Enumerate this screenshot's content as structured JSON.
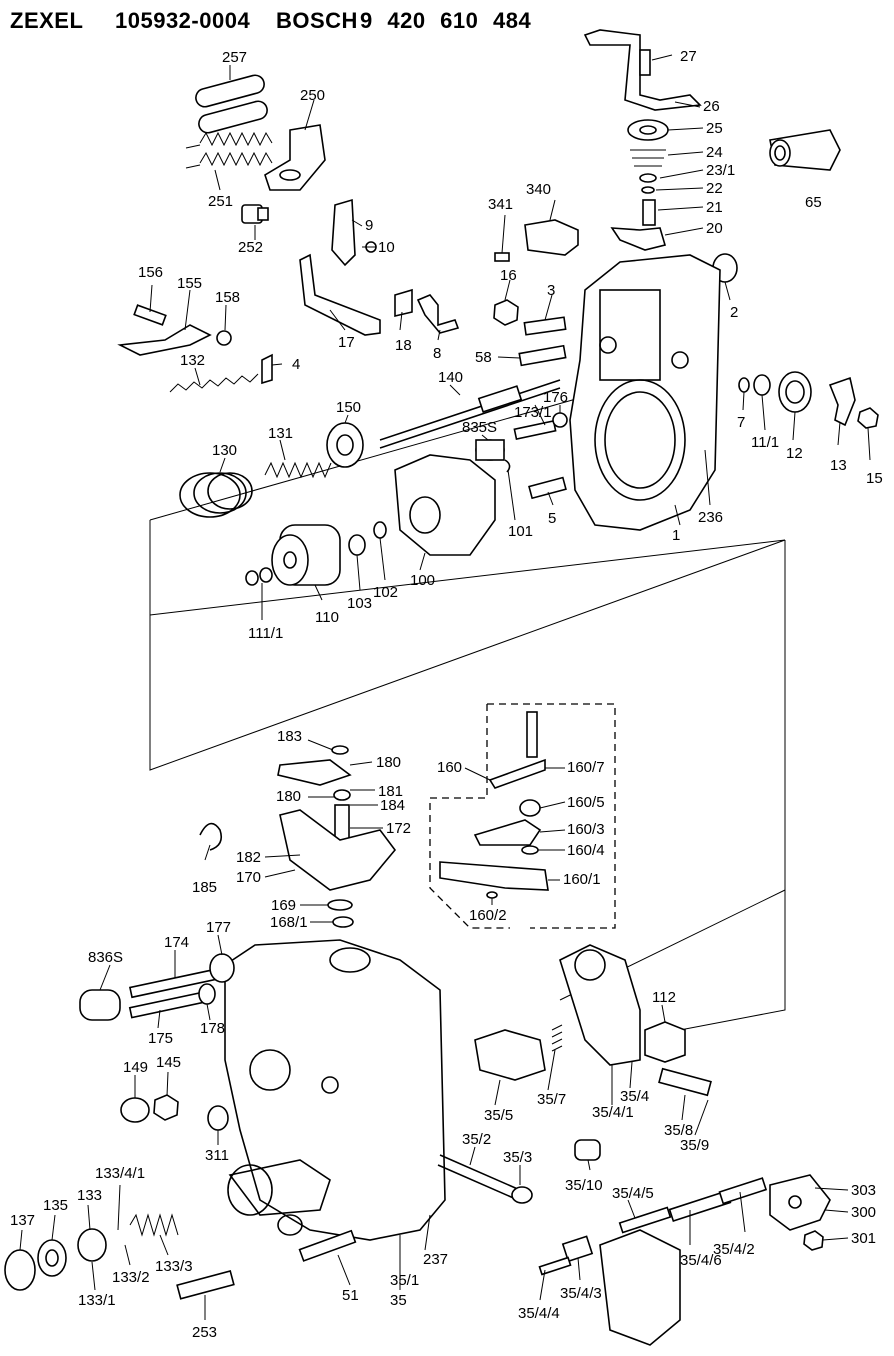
{
  "header": {
    "brand1": "ZEXEL",
    "part_number": "105932-0004",
    "brand2": "BOSCH",
    "bosch_number": "9 420 610 484"
  },
  "labels": {
    "l257": "257",
    "l250": "250",
    "l251": "251",
    "l252": "252",
    "l9": "9",
    "l10": "10",
    "l27": "27",
    "l26": "26",
    "l25": "25",
    "l24": "24",
    "l23_1": "23/1",
    "l22": "22",
    "l21": "21",
    "l20": "20",
    "l65": "65",
    "l340": "340",
    "l341": "341",
    "l156": "156",
    "l155": "155",
    "l158": "158",
    "l16": "16",
    "l3": "3",
    "l2": "2",
    "l17": "17",
    "l18": "18",
    "l8": "8",
    "l132": "132",
    "l4": "4",
    "l58": "58",
    "l140": "140",
    "l173_1": "173/1",
    "l176": "176",
    "l7": "7",
    "l11_1": "11/1",
    "l12": "12",
    "l13": "13",
    "l15": "15",
    "l131": "131",
    "l150": "150",
    "l835s": "835S",
    "l130": "130",
    "l101": "101",
    "l5": "5",
    "l236": "236",
    "l1": "1",
    "l103": "103",
    "l102": "102",
    "l100": "100",
    "l110": "110",
    "l111_1": "111/1",
    "l183": "183",
    "l180a": "180",
    "l181": "181",
    "l180b": "180",
    "l184": "184",
    "l172": "172",
    "l182": "182",
    "l170": "170",
    "l185": "185",
    "l169": "169",
    "l168_1": "168/1",
    "l160": "160",
    "l160_7": "160/7",
    "l160_5": "160/5",
    "l160_3": "160/3",
    "l160_4": "160/4",
    "l160_1": "160/1",
    "l160_2": "160/2",
    "l836s": "836S",
    "l174": "174",
    "l177": "177",
    "l175": "175",
    "l178": "178",
    "l149": "149",
    "l145": "145",
    "l311": "311",
    "l112": "112",
    "l35_5": "35/5",
    "l35_7": "35/7",
    "l35_4_1": "35/4/1",
    "l35_4": "35/4",
    "l35_8": "35/8",
    "l35_9": "35/9",
    "l35_2": "35/2",
    "l35_3": "35/3",
    "l35_10": "35/10",
    "l137": "137",
    "l135": "135",
    "l133": "133",
    "l133_4_1": "133/4/1",
    "l133_1": "133/1",
    "l133_2": "133/2",
    "l133_3": "133/3",
    "l253": "253",
    "l51": "51",
    "l35_1": "35/1",
    "l35": "35",
    "l237": "237",
    "l35_4_5": "35/4/5",
    "l35_4_6": "35/4/6",
    "l35_4_2": "35/4/2",
    "l35_4_3": "35/4/3",
    "l35_4_4": "35/4/4",
    "l303": "303",
    "l300": "300",
    "l301": "301"
  }
}
